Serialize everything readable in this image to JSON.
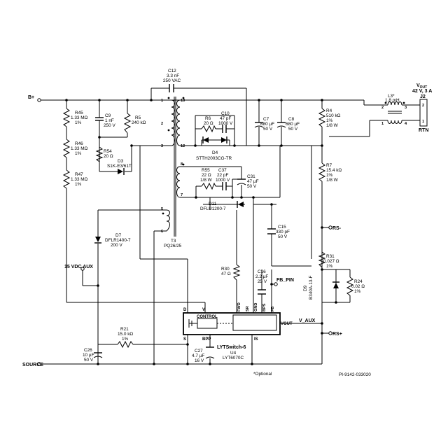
{
  "nets": {
    "bplus": "B+",
    "source": "SOURCE",
    "aux15": "15 VDC AUX",
    "fbpin": "FB_PIN",
    "vaux": "V_AUX",
    "rsminus": "RS-",
    "rsplus": "RS+"
  },
  "output": {
    "vout": "V",
    "vout_sub": "OUT",
    "rating": "42 V, 3 A",
    "connector": "J2",
    "rtn": "RTN"
  },
  "notes": {
    "optional": "*Optional",
    "doc_number": "PI-9142-033020"
  },
  "ic": {
    "family": "LYTSwitch-6",
    "ref": "U4",
    "part": "LYT6070C",
    "control": "CONTROL",
    "pins": {
      "d": "D",
      "v": "V",
      "s": "S",
      "bpp": "BPP",
      "is": "IS",
      "vout": "VOUT",
      "fwd": "FWD",
      "sr": "SR",
      "gnd": "GND",
      "bps": "BPS",
      "fb": "FB"
    }
  },
  "transformer": {
    "ref": "T3",
    "core": "PQ26/25",
    "pins": [
      "1",
      "2",
      "3",
      "10",
      "12",
      "8",
      "7",
      "5",
      "6"
    ]
  },
  "components": {
    "C12": [
      "C12",
      "3.3 nF",
      "250 VAC"
    ],
    "R45": [
      "R45",
      "1.33 MΩ",
      "1%"
    ],
    "R46": [
      "R46",
      "1.33 MΩ",
      "1%"
    ],
    "R47": [
      "R47",
      "1.33 MΩ",
      "1%"
    ],
    "C9": [
      "C9",
      "1 nF",
      "250 V"
    ],
    "R5": [
      "R5",
      "240 kΩ"
    ],
    "R54": [
      "R54",
      "20 Ω"
    ],
    "D3": [
      "D3",
      "S1K-E3/61T"
    ],
    "R6": [
      "R6",
      "20 Ω"
    ],
    "C10": [
      "C10",
      "47 pF",
      "1000 V"
    ],
    "D4": [
      "D4",
      "STTH2003CG-TR"
    ],
    "C7": [
      "C7",
      "680 µF",
      "50 V"
    ],
    "C8": [
      "C8",
      "680 µF",
      "50 V"
    ],
    "R4": [
      "R4",
      "510 kΩ",
      "1%",
      "1/8 W"
    ],
    "R7": [
      "R7",
      "15.4 kΩ",
      "1%",
      "1/8 W"
    ],
    "R55": [
      "R55",
      "22 Ω",
      "1/8 W"
    ],
    "C37": [
      "C37",
      "22 pF",
      "1000 V"
    ],
    "C31": [
      "C31",
      "47 µF",
      "50 V"
    ],
    "D11": [
      "D11",
      "DFLU1200-7"
    ],
    "C15": [
      "C15",
      "330 pF",
      "50 V"
    ],
    "D7": [
      "D7",
      "DFLR1400-7",
      "200 V"
    ],
    "R30": [
      "R30",
      "47 Ω"
    ],
    "C16": [
      "C16",
      "2.2 µF",
      "25 V"
    ],
    "R31": [
      "R31",
      "0.027 Ω",
      "1%"
    ],
    "D9": [
      "D9",
      "B340A-13-F"
    ],
    "R24": [
      "R24",
      "0.02 Ω",
      "1%"
    ],
    "R21": [
      "R21",
      "15.0 kΩ",
      "1%"
    ],
    "C26": [
      "C26",
      "10 µF",
      "50 V"
    ],
    "C27": [
      "C27",
      "4.7 µF",
      "16 V"
    ],
    "L3": [
      "L3*",
      "1.8 mH"
    ]
  }
}
